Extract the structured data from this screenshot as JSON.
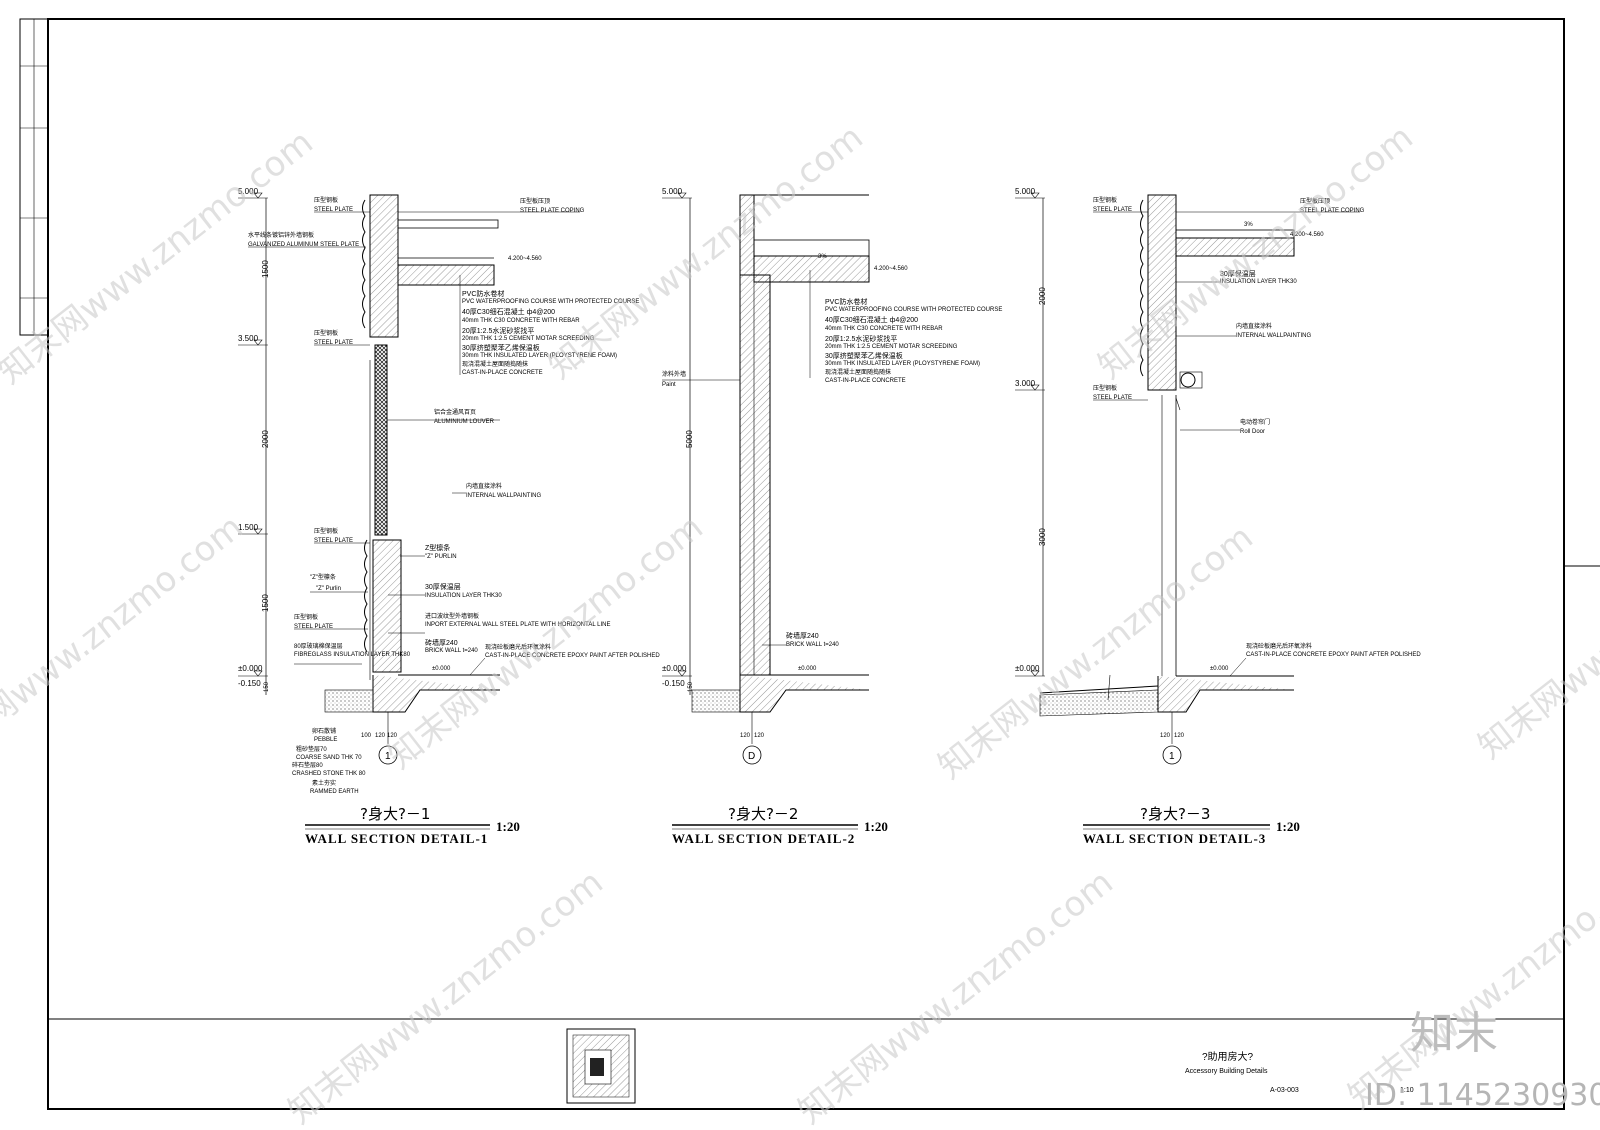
{
  "sheet": {
    "title_cn": "?助用房大?",
    "title_en": "Accessory Building Details",
    "drawing_no": "A-03-003",
    "scale": "1:10"
  },
  "watermark": {
    "site": "知末网www.znzmo.com",
    "brand": "知末",
    "id": "ID: 1145230930"
  },
  "details": [
    {
      "title_cn": "?身大?－1",
      "title_en": "WALL SECTION DETAIL-1",
      "scale": "1:20",
      "axis": "1",
      "levels": [
        "5.000",
        "3.500",
        "1.500",
        "±0.000",
        "-0.150"
      ],
      "dims": [
        "1500",
        "2000",
        "1500",
        "150"
      ],
      "bottom_dims": [
        "100",
        "120",
        "120"
      ],
      "labels": [
        {
          "cn": "压型钢板",
          "en": "STEEL PLATE"
        },
        {
          "cn": "水平线条镀铝锌外墙钢板",
          "en": "GALVANIZED ALUMINUM STEEL PLATE"
        },
        {
          "cn": "压型钢板",
          "en": "STEEL PLATE"
        },
        {
          "cn": "压型钢板",
          "en": "STEEL PLATE"
        },
        {
          "cn": "\"Z\"型檩条",
          "en": "\"Z\" Purlin"
        },
        {
          "cn": "压型钢板",
          "en": "STEEL PLATE"
        },
        {
          "cn": "80厚玻璃棉保温层",
          "en": "FIBREGLASS INSULATION LAYER THK80"
        },
        {
          "cn": "卵石散铺",
          "en": "PEBBLE"
        },
        {
          "cn": "粗砂垫层70",
          "en": "COARSE SAND THK 70"
        },
        {
          "cn": "碎石垫层80",
          "en": "CRASHED STONE THK 80"
        },
        {
          "cn": "素土夯实",
          "en": "RAMMED EARTH"
        }
      ],
      "notes": [
        {
          "cn": "压型板压顶",
          "en": "STEEL PLATE COPING"
        },
        {
          "cn": "",
          "en": "4.200~4.560"
        },
        {
          "cn": "PVC防水卷材",
          "en": "PVC WATERPROOFING COURSE WITH PROTECTED COURSE"
        },
        {
          "cn": "40厚C30细石混凝土 ф4@200",
          "en": "40mm THK C30 CONCRETE WITH REBAR"
        },
        {
          "cn": "20厚1:2.5水泥砂浆找平",
          "en": "20mm THK 1:2.5 CEMENT MOTAR SCREEDING"
        },
        {
          "cn": "30厚挤塑聚苯乙烯保温板",
          "en": "30mm THK INSULATED LAYER (PLOYSTYRENE FOAM)"
        },
        {
          "cn": "现浇混凝土屋面随捣随抹",
          "en": "CAST-IN-PLACE CONCRETE"
        },
        {
          "cn": "铝合金通风百页",
          "en": "ALUMINIUM LOUVER"
        },
        {
          "cn": "内墙直接涂料",
          "en": "INTERNAL WALLPAINTING"
        },
        {
          "cn": "Z型檩条",
          "en": "\"Z\" PURLIN"
        },
        {
          "cn": "30厚保温层",
          "en": "INSULATION LAYER THK30"
        },
        {
          "cn": "进口波纹型外墙钢板",
          "en": "INPORT EXTERNAL WALL STEEL PLATE WITH HORIZONTAL LINE"
        },
        {
          "cn": "砖墙厚240",
          "en": "BRICK WALL t=240"
        },
        {
          "cn": "现浇砼板磨光后环氧涂料",
          "en": "CAST-IN-PLACE CONCRETE EPOXY PAINT AFTER POLISHED"
        },
        {
          "cn": "",
          "en": "±0.000"
        }
      ]
    },
    {
      "title_cn": "?身大?－2",
      "title_en": "WALL SECTION DETAIL-2",
      "scale": "1:20",
      "axis": "D",
      "levels": [
        "5.000",
        "±0.000",
        "-0.150"
      ],
      "dims": [
        "5000",
        "150"
      ],
      "bottom_dims": [
        "120",
        "120"
      ],
      "labels": [
        {
          "cn": "涂料外墙",
          "en": "Paint"
        }
      ],
      "notes": [
        {
          "cn": "",
          "en": "3%"
        },
        {
          "cn": "",
          "en": "4.200~4.560"
        },
        {
          "cn": "PVC防水卷材",
          "en": "PVC WATERPROOFING COURSE WITH PROTECTED COURSE"
        },
        {
          "cn": "40厚C30细石混凝土 ф4@200",
          "en": "40mm THK C30 CONCRETE WITH REBAR"
        },
        {
          "cn": "20厚1:2.5水泥砂浆找平",
          "en": "20mm THK 1:2.5 CEMENT MOTAR SCREEDING"
        },
        {
          "cn": "30厚挤塑聚苯乙烯保温板",
          "en": "30mm THK INSULATED LAYER (PLOYSTYRENE FOAM)"
        },
        {
          "cn": "现浇混凝土屋面随捣随抹",
          "en": "CAST-IN-PLACE CONCRETE"
        },
        {
          "cn": "砖墙厚240",
          "en": "BRICK WALL t=240"
        },
        {
          "cn": "",
          "en": "±0.000"
        }
      ]
    },
    {
      "title_cn": "?身大?－3",
      "title_en": "WALL SECTION DETAIL-3",
      "scale": "1:20",
      "axis": "1",
      "levels": [
        "5.000",
        "3.000",
        "±0.000"
      ],
      "dims": [
        "2000",
        "3000"
      ],
      "bottom_dims": [
        "120",
        "120"
      ],
      "labels": [
        {
          "cn": "压型钢板",
          "en": "STEEL PLATE"
        },
        {
          "cn": "压型钢板",
          "en": "STEEL PLATE"
        }
      ],
      "notes": [
        {
          "cn": "压型板压顶",
          "en": "STEEL PLATE COPING"
        },
        {
          "cn": "",
          "en": "3%"
        },
        {
          "cn": "",
          "en": "4.200~4.560"
        },
        {
          "cn": "30厚保温层",
          "en": "INSULATION LAYER THK30"
        },
        {
          "cn": "内墙直接涂料",
          "en": "INTERNAL WALLPAINTING"
        },
        {
          "cn": "电动卷帘门",
          "en": "Roll Door"
        },
        {
          "cn": "现浇砼板磨光后环氧涂料",
          "en": "CAST-IN-PLACE CONCRETE EPOXY PAINT AFTER POLISHED"
        },
        {
          "cn": "",
          "en": "±0.000"
        }
      ]
    }
  ]
}
